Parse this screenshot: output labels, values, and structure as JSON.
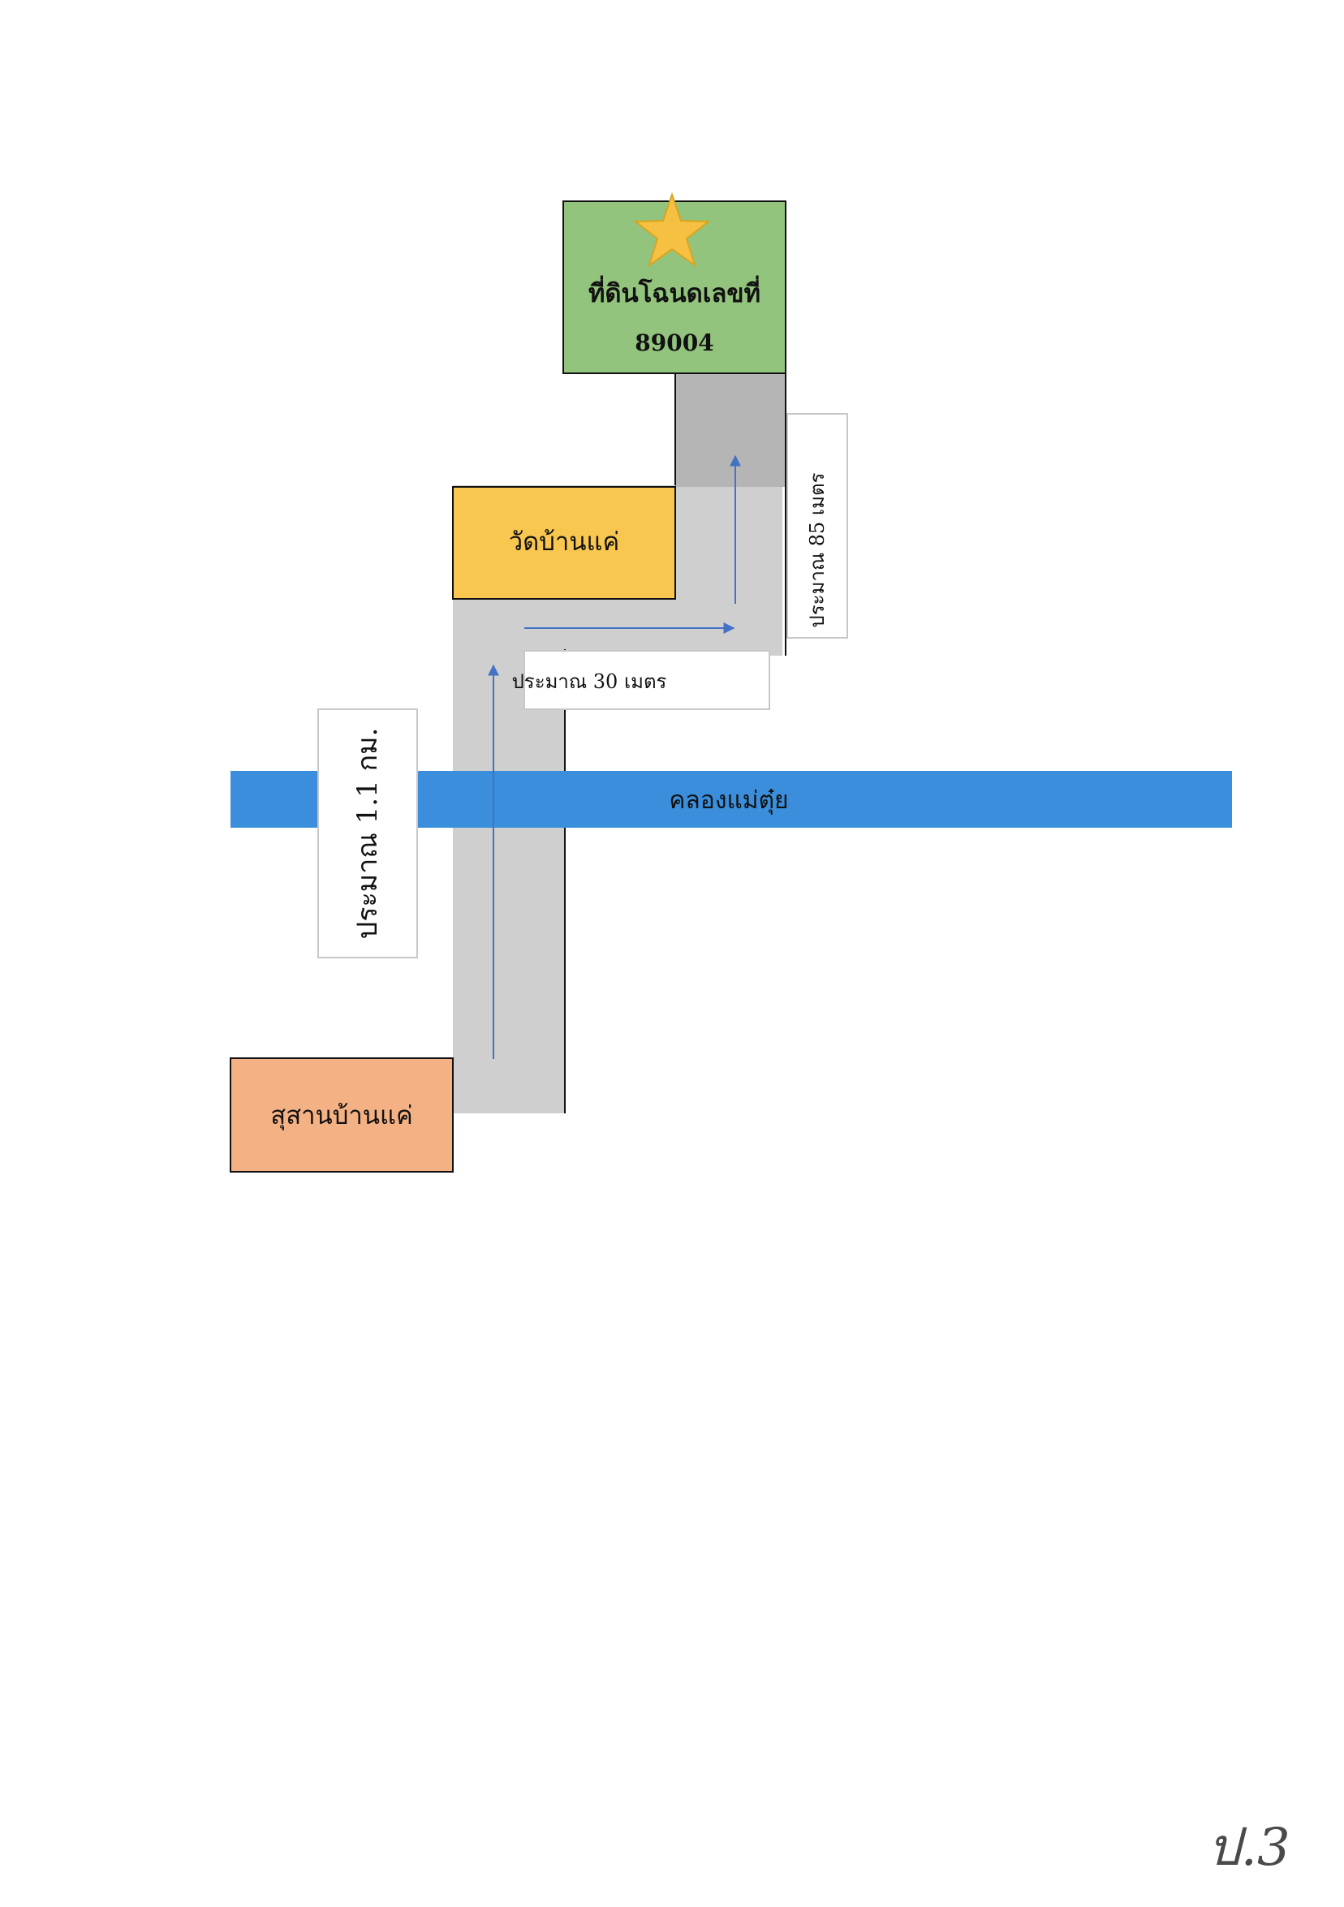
{
  "map": {
    "land_plot": {
      "title": "ที่ดินโฉนดเลขที่",
      "number": "89004",
      "color": "#93c47d",
      "marker_icon": "star-icon",
      "marker_color": "#f6c142"
    },
    "temple": {
      "label": "วัดบ้านแค่",
      "color": "#f9c74f"
    },
    "cemetery": {
      "label": "สุสานบ้านแค่",
      "color": "#f4b183"
    },
    "canal": {
      "label": "คลองแม่ตุ๋ย",
      "color": "#3a8edb"
    },
    "road": {
      "color": "#cfcfcf",
      "end_color": "#b5b5b5"
    },
    "distances": {
      "segment_1": "ประมาณ 1.1 กม.",
      "segment_2": "ประมาณ 30 เมตร",
      "segment_3": "ประมาณ 85 เมตร"
    },
    "arrow_color": "#4472c4"
  },
  "page_mark": "ป.3"
}
